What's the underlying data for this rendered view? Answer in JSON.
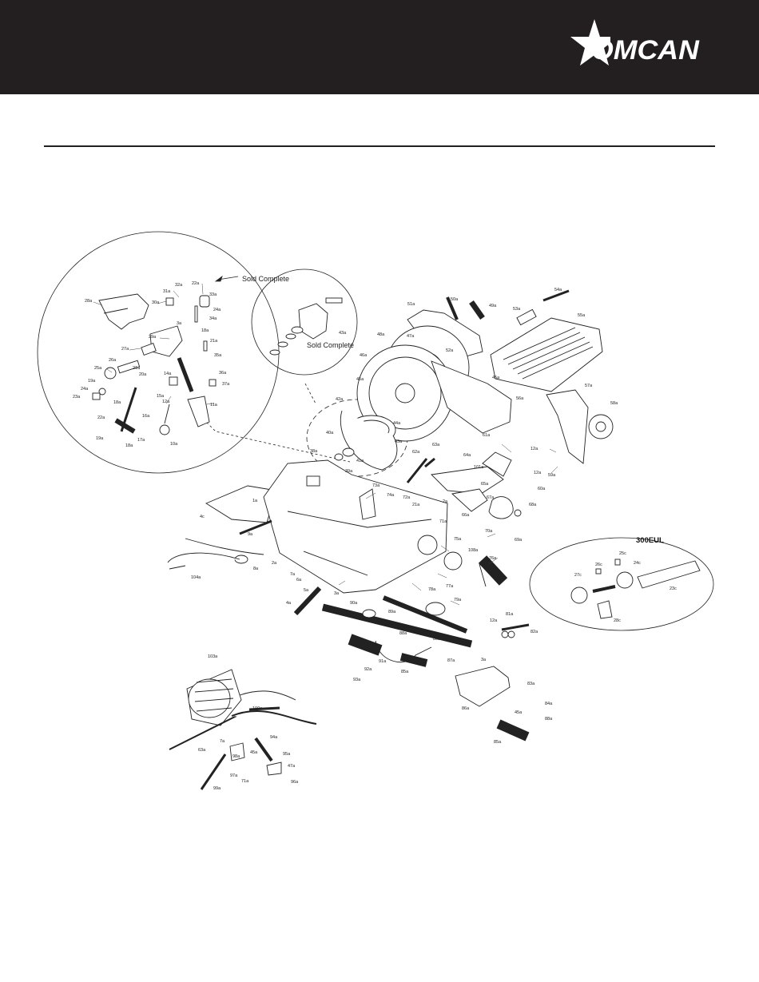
{
  "brand": {
    "name": "OMCAN"
  },
  "callouts": {
    "sold_complete_1": "Sold Complete",
    "sold_complete_2": "Sold Complete",
    "variant": "300EUL"
  },
  "parts": {
    "p22a": "22a",
    "p32a": "32a",
    "p31a": "31a",
    "p33a": "33a",
    "p28a": "28a",
    "p30a": "30a",
    "p24a": "24a",
    "p34a": "34a",
    "p3a_1": "3a",
    "p18a": "18a",
    "p29a": "29a",
    "p21a_1": "21a",
    "p27a": "27a",
    "p26a": "26a",
    "p21a_2": "21a",
    "p20a": "20a",
    "p35a_1": "35a",
    "p14a": "14a",
    "p36a": "36a",
    "p37a": "37a",
    "p25a": "25a",
    "p19a": "19a",
    "p24a_2": "24a",
    "p18a_2": "18a",
    "p23a": "23a",
    "p12a_1": "12a",
    "p15a": "15a",
    "p11a": "11a",
    "p22a_2": "22a",
    "p16a": "16a",
    "p17a": "17a",
    "p19a_2": "19a",
    "p10a": "10a",
    "p18a_3": "18a",
    "p43a_1": "43a",
    "p51a": "51a",
    "p50a": "50a",
    "p49a": "49a",
    "p54a": "54a",
    "p53a": "53a",
    "p55a": "55a",
    "p48a": "48a",
    "p47a": "47a",
    "p52a": "52a",
    "p46a": "46a",
    "p45a_1": "45a",
    "p56a": "56a",
    "p45a_2": "45a",
    "p57a": "57a",
    "p58a": "58a",
    "p42a": "42a",
    "p44a": "44a",
    "p43a_2": "43a",
    "p40a": "40a",
    "p41a": "41a",
    "p39a": "39a",
    "p38a": "38a",
    "p61a": "61a",
    "p63a": "63a",
    "p62a": "62a",
    "p64a": "64a",
    "p101a": "101a",
    "p12a_2": "12a",
    "p59a": "59a",
    "p12a_3": "12a",
    "p60a": "60a",
    "p65a": "65a",
    "p73a": "73a",
    "p74a": "74a",
    "p72a": "72a",
    "p21a_3": "21a",
    "p2a_1": "2a",
    "p67a": "67a",
    "p68a": "68a",
    "p66a": "66a",
    "p71a": "71a",
    "p70a": "70a",
    "p69a": "69a",
    "p4c": "4c",
    "p1a": "1a",
    "p9a": "9a",
    "p8a": "8a",
    "p2a_2": "2a",
    "p104a": "104a",
    "p7a": "7a",
    "p6a": "6a",
    "p5a": "5a",
    "p4a": "4a",
    "p3a_2": "3a",
    "p90a": "90a",
    "p89a": "89a",
    "p5a_2": "5a",
    "p75a": "75a",
    "p108a": "108a",
    "p76a": "76a",
    "p78a": "78a",
    "p77a": "77a",
    "p79a": "79a",
    "p80a": "80a",
    "p88a": "88a",
    "p91a": "91a",
    "p92a": "92a",
    "p93a": "93a",
    "p85a": "85a",
    "p87a": "87a",
    "p3a_3": "3a",
    "p12a_4": "12a",
    "p81a": "81a",
    "p82a": "82a",
    "p83a": "83a",
    "p86a": "86a",
    "p45a_3": "45a",
    "p84a": "84a",
    "p88a_2": "88a",
    "p85a_2": "85a",
    "p26c": "26c",
    "p25c": "25c",
    "p24c": "24c",
    "p27c": "27c",
    "p23c": "23c",
    "p28c": "28c",
    "p103a": "103a",
    "p100a": "100a",
    "p63a_2": "63a",
    "p7a_2": "7a",
    "p94a": "94a",
    "p45a_4": "45a",
    "p98a": "98a",
    "p95a": "95a",
    "p47a_2": "47a",
    "p97a": "97a",
    "p71a_2": "71a",
    "p96a": "96a",
    "p99a": "99a"
  }
}
